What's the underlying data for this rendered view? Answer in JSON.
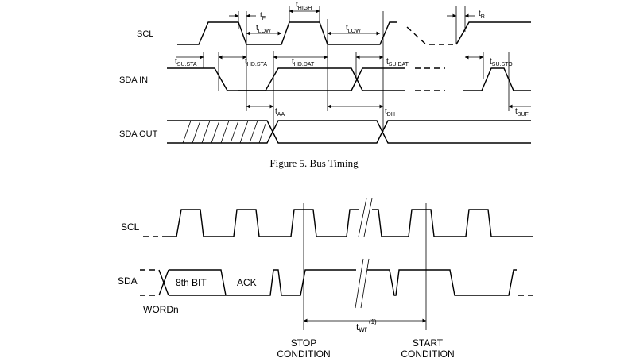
{
  "figure1": {
    "caption": "Figure 5. Bus Timing",
    "signals": {
      "scl": "SCL",
      "sda_in": "SDA  IN",
      "sda_out": "SDA OUT"
    },
    "params": {
      "tf": {
        "main": "t",
        "sub": "F"
      },
      "thigh": {
        "main": "t",
        "sub": "HIGH"
      },
      "tr": {
        "main": "t",
        "sub": "R"
      },
      "tlow1": {
        "main": "t",
        "sub": "LOW"
      },
      "tlow2": {
        "main": "t",
        "sub": "LOW"
      },
      "tsusta": {
        "main": "t",
        "sub": "SU.STA"
      },
      "thdsta": {
        "main": "t",
        "sub": "HD.STA"
      },
      "thddat": {
        "main": "t",
        "sub": "HD.DAT"
      },
      "tsudat": {
        "main": "t",
        "sub": "SU.DAT"
      },
      "tsusto": {
        "main": "t",
        "sub": "SU.STO"
      },
      "taa": {
        "main": "t",
        "sub": "AA"
      },
      "tdh": {
        "main": "t",
        "sub": "DH"
      },
      "tbuf": {
        "main": "t",
        "sub": "BUF"
      }
    }
  },
  "figure2": {
    "signals": {
      "scl": "SCL",
      "sda": "SDA"
    },
    "labels": {
      "bit8": "8th BIT",
      "ack": "ACK",
      "word": "WORDn",
      "twr_main": "t",
      "twr_sub": "wr",
      "twr_sup": "(1)",
      "stop_line1": "STOP",
      "stop_line2": "CONDITION",
      "start_line1": "START",
      "start_line2": "CONDITION"
    }
  }
}
